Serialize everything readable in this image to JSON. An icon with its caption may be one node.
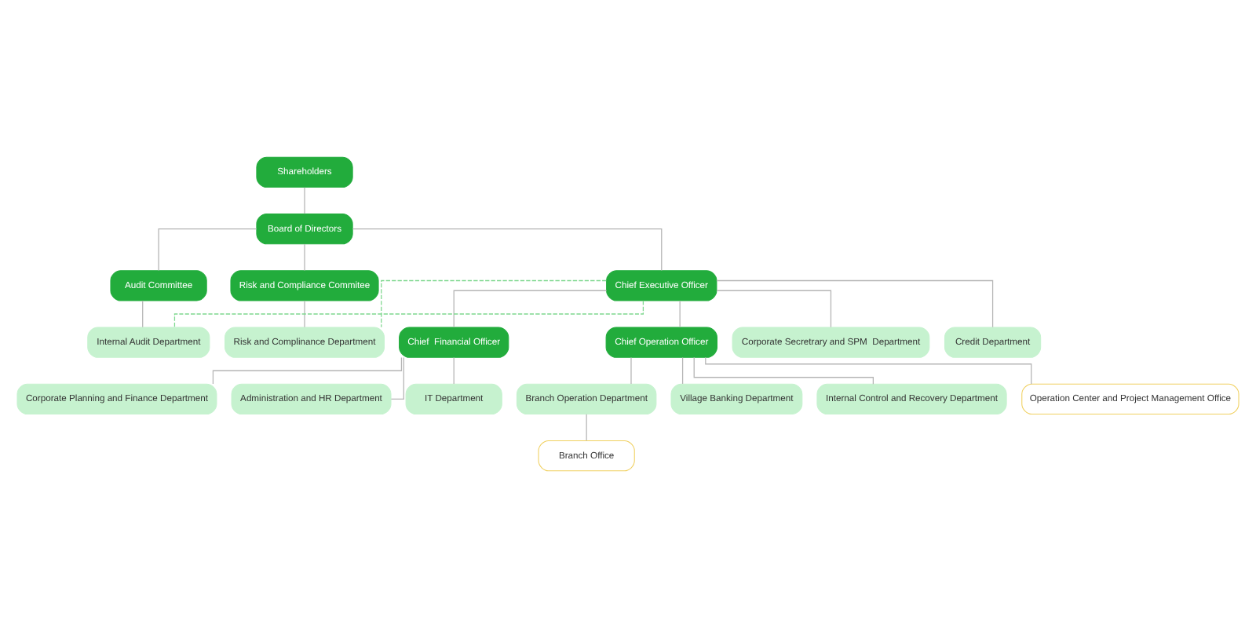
{
  "diagram": {
    "nodes": [
      {
        "text": [
          "Shareholders"
        ]
      },
      {
        "text": [
          "Board of Directors"
        ]
      },
      {
        "text": [
          "Audit Committee"
        ]
      },
      {
        "text": [
          "Risk and Compliance Commitee"
        ]
      },
      {
        "text": [
          "Chief Executive Officer"
        ]
      },
      {
        "text": [
          "Chief  Financial Officer"
        ]
      },
      {
        "text": [
          "Chief Operation Officer"
        ]
      },
      {
        "text": [
          "Internal Audit Department"
        ]
      },
      {
        "text": [
          "Risk and Complinance Department"
        ]
      },
      {
        "text": [
          "Corporate Secretrary and SPM  Department"
        ]
      },
      {
        "text": [
          "Credit Department"
        ]
      },
      {
        "text": [
          "Corporate Planning and Finance Department"
        ]
      },
      {
        "text": [
          "Administration and HR Department"
        ]
      },
      {
        "text": [
          "IT Department"
        ]
      },
      {
        "text": [
          "Branch Operation Department"
        ]
      },
      {
        "text": [
          "Branch Office"
        ]
      },
      {
        "text": [
          "Village Banking Department"
        ]
      },
      {
        "text": [
          "Internal Control and Recovery Department"
        ]
      },
      {
        "text": [
          "Operation Center and Project Management Office"
        ]
      }
    ],
    "edges": [
      {
        "from": 0,
        "to": 1,
        "arrow": "none"
      },
      {
        "from": 1,
        "to": 2,
        "arrow": "none"
      },
      {
        "from": 1,
        "to": 3,
        "arrow": "none"
      },
      {
        "from": 1,
        "to": 4,
        "arrow": "none"
      },
      {
        "from": 4,
        "to": 5,
        "arrow": "none"
      },
      {
        "from": 4,
        "to": 6,
        "arrow": "none"
      },
      {
        "from": 2,
        "to": 7,
        "arrow": "none"
      },
      {
        "from": 3,
        "to": 8,
        "arrow": "none"
      },
      {
        "from": 4,
        "to": 9,
        "arrow": "none"
      },
      {
        "from": 4,
        "to": 10,
        "arrow": "none"
      },
      {
        "from": 4,
        "to": 7,
        "arrow": "none",
        "style": "dashed",
        "color": "#7fd88f"
      },
      {
        "from": 4,
        "to": 8,
        "arrow": "none",
        "style": "dashed",
        "color": "#7fd88f"
      },
      {
        "from": 5,
        "to": 11,
        "arrow": "none"
      },
      {
        "from": 5,
        "to": 12,
        "arrow": "none"
      },
      {
        "from": 5,
        "to": 13,
        "arrow": "none"
      },
      {
        "from": 6,
        "to": 14,
        "arrow": "none"
      },
      {
        "from": 14,
        "to": 15,
        "arrow": "none"
      },
      {
        "from": 6,
        "to": 16,
        "arrow": "none"
      },
      {
        "from": 6,
        "to": 17,
        "arrow": "none"
      },
      {
        "from": 6,
        "to": 18,
        "arrow": "none"
      }
    ]
  }
}
